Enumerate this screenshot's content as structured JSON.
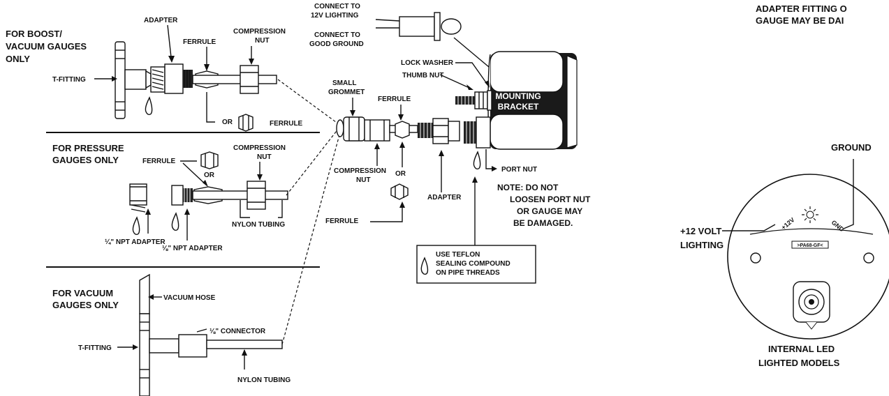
{
  "sections": {
    "boost": {
      "heading_line1": "FOR BOOST/",
      "heading_line2": "VACUUM GAUGES",
      "heading_line3": "ONLY"
    },
    "pressure": {
      "heading_line1": "FOR PRESSURE",
      "heading_line2": "GAUGES ONLY"
    },
    "vacuum": {
      "heading_line1": "FOR VACUUM",
      "heading_line2": "GAUGES ONLY"
    }
  },
  "labels": {
    "adapter": "ADAPTER",
    "ferrule": "FERRULE",
    "compression_nut_1": "COMPRESSION",
    "compression_nut_2": "NUT",
    "t_fitting": "T-FITTING",
    "or": "OR",
    "connect_lighting_1": "CONNECT TO",
    "connect_lighting_2": "12V LIGHTING",
    "connect_ground_1": "CONNECT TO",
    "connect_ground_2": "GOOD GROUND",
    "lock_washer": "LOCK WASHER",
    "thumb_nut": "THUMB NUT",
    "mounting_bracket_1": "MOUNTING",
    "mounting_bracket_2": "BRACKET",
    "small_grommet_1": "SMALL",
    "small_grommet_2": "GROMMET",
    "port_nut": "PORT NUT",
    "note_1": "NOTE:  DO NOT",
    "note_2": "LOOSEN PORT NUT",
    "note_3": "OR GAUGE MAY",
    "note_4": "BE DAMAGED.",
    "teflon_1": "USE TEFLON",
    "teflon_2": "SEALING COMPOUND",
    "teflon_3": "ON PIPE THREADS",
    "nylon_tubing": "NYLON TUBING",
    "npt14": "¼\" NPT ADAPTER",
    "npt18": "⅛\" NPT ADAPTER",
    "vacuum_hose": "VACUUM HOSE",
    "connector18": "⅛\" CONNECTOR",
    "adapter_warning_1": "ADAPTER FITTING O",
    "adapter_warning_2": "GAUGE MAY BE DAI",
    "ground": "GROUND",
    "plus12_1": "+12 VOLT",
    "plus12_2": "LIGHTING",
    "dial_12v": "+12V",
    "dial_gnd": "GND",
    "dial_part": ">PA68-GF<",
    "led_1": "INTERNAL LED",
    "led_2": "LIGHTED MODELS"
  }
}
